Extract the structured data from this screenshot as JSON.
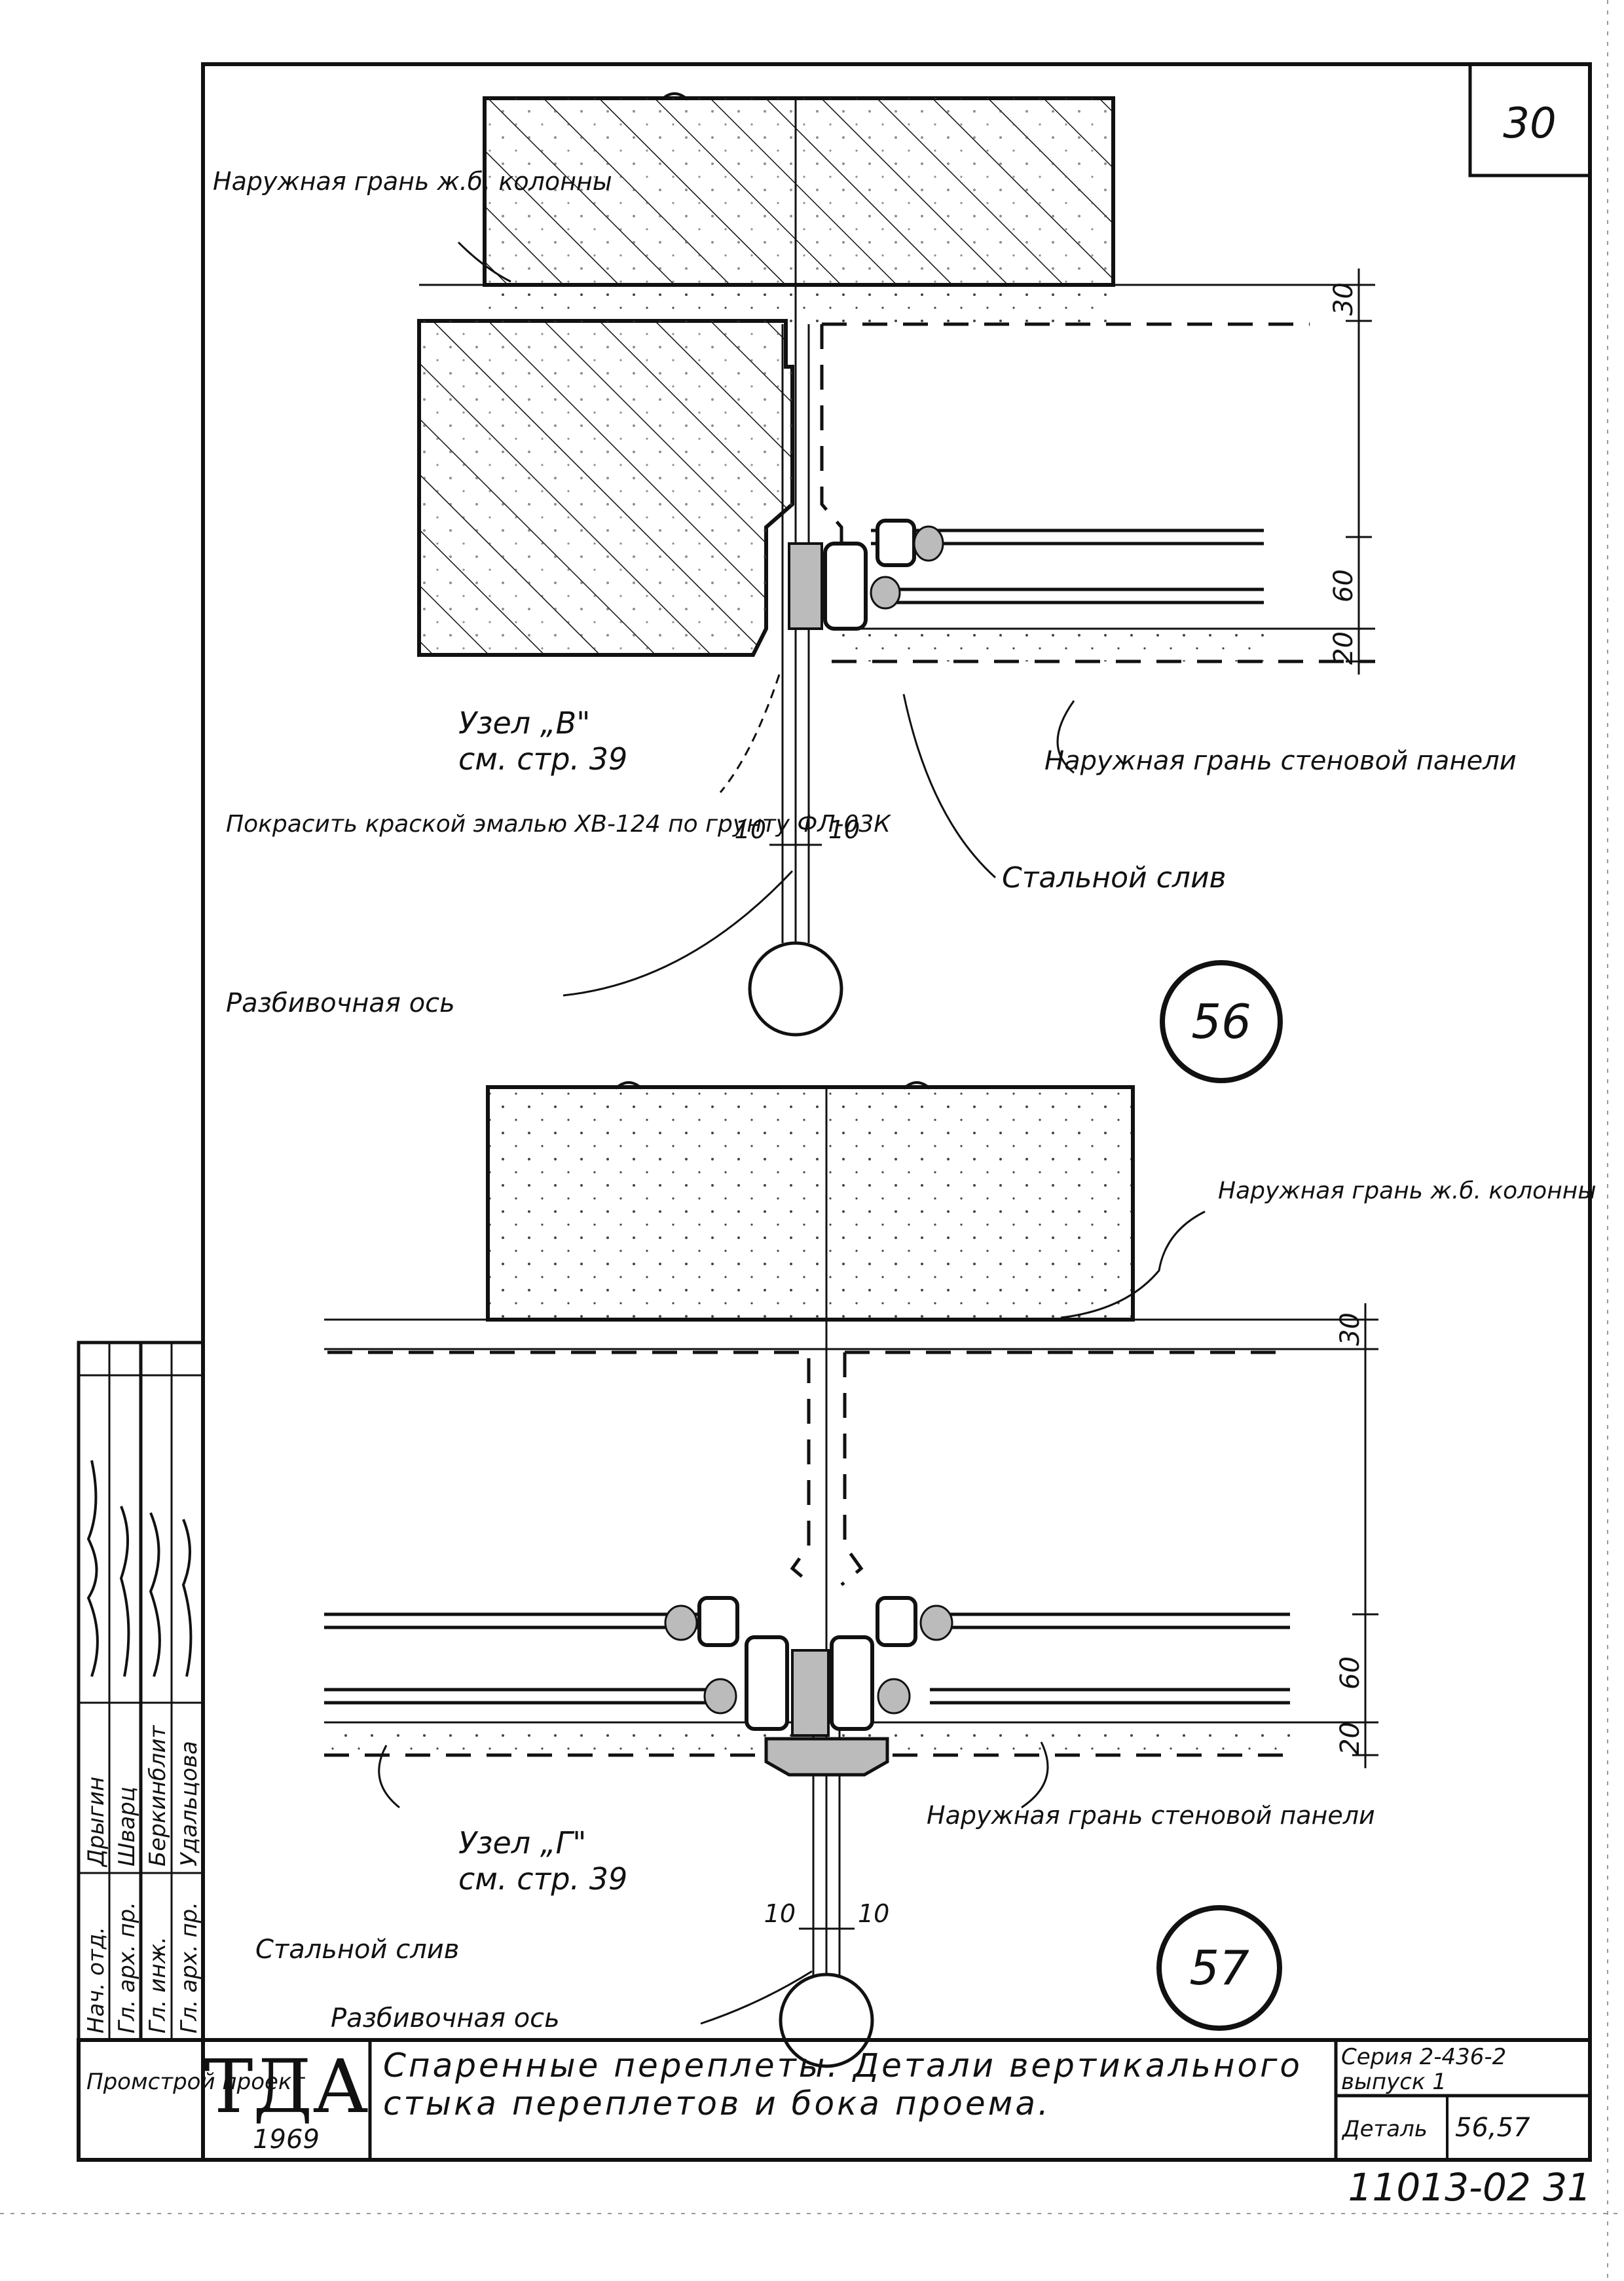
{
  "sheet": {
    "sheet_number": "30",
    "bottom_stamp": "11013-02 31"
  },
  "detail56": {
    "callout": "56",
    "label_column_face": "Наружная грань ж.б. колонны",
    "label_node": "Узел „В\"",
    "label_node_ref": "см. стр. 39",
    "label_paint": "Покрасить краской эмалью ХВ-124 по грунту ФЛ-03К",
    "label_axis": "Разбивочная ось",
    "label_panel_face": "Наружная грань стеновой панели",
    "label_flashing": "Стальной слив",
    "dim_top": "30",
    "dim_glazing": "60",
    "dim_bottom": "20",
    "dim_gap_left": "10",
    "dim_gap_right": "10"
  },
  "detail57": {
    "callout": "57",
    "label_column_face": "Наружная грань ж.б. колонны",
    "label_node": "Узел „Г\"",
    "label_node_ref": "см. стр. 39",
    "label_flashing": "Стальной слив",
    "label_axis": "Разбивочная ось",
    "label_panel_face": "Наружная грань стеновой панели",
    "dim_top": "30",
    "dim_glazing": "60",
    "dim_bottom": "20",
    "dim_gap_left": "10",
    "dim_gap_right": "10"
  },
  "signatures": {
    "roles": [
      "Нач. отд.",
      "Гл. арх. пр.",
      "Гл. инж.",
      "Гл. арх. пр."
    ],
    "names": [
      "Дрыгин",
      "Шварц",
      "Беркинблит",
      "Удальцова"
    ]
  },
  "title_block": {
    "organization": "Промстрой проект",
    "logo": "ТДА",
    "year": "1969",
    "title": "Спаренные переплеты. Детали вертикального стыка переплетов и бока проема.",
    "series_label": "Серия 2-436-2 выпуск 1",
    "detail_label": "Деталь",
    "detail_numbers": "56,57"
  }
}
